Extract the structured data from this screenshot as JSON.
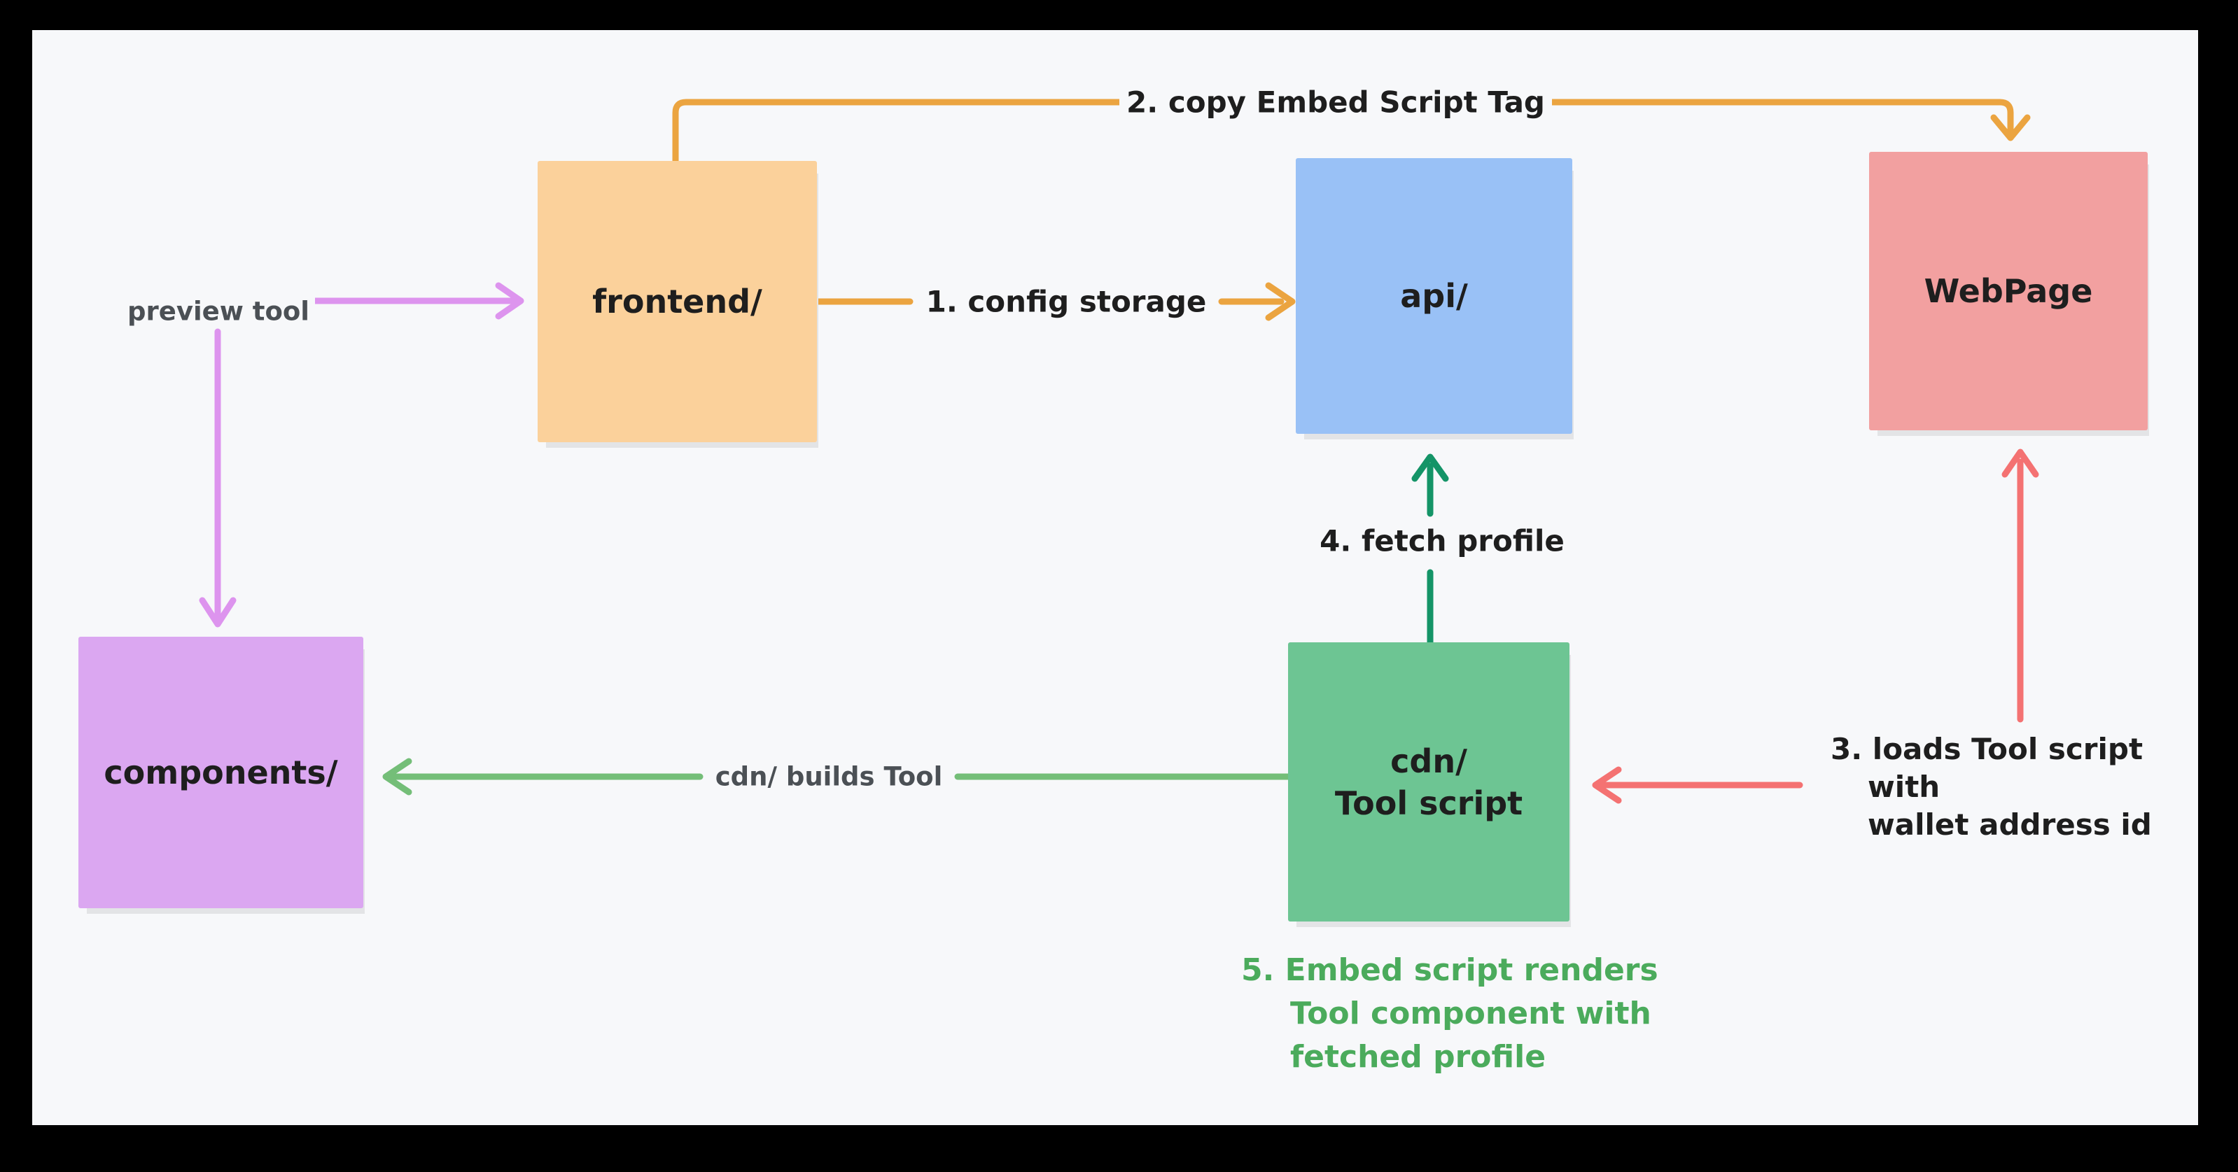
{
  "colors": {
    "frame": "#000000",
    "canvas_bg": "#F7F8FA",
    "ink": "#1E1E1E",
    "muted": "#4B5055",
    "note_green": "#4BAB5C",
    "orange": "#EBA440",
    "violet": "#DD94EE",
    "green_dark": "#149467",
    "green_light": "#74BE78",
    "red": "#F47272",
    "box_orange": "#FBD19B",
    "box_blue": "#99C1F6",
    "box_red": "#F2A0A0",
    "box_purple": "#DBA7F1",
    "box_green": "#6DC593",
    "shadow": "#E3E4E6"
  },
  "boxes": {
    "frontend": {
      "label": "frontend/"
    },
    "api": {
      "label": "api/"
    },
    "webpage": {
      "label": "WebPage"
    },
    "components": {
      "label": "components/"
    },
    "cdn": {
      "lines": [
        "cdn/",
        "Tool script"
      ]
    }
  },
  "arrows": {
    "preview_tool": {
      "label": "preview tool"
    },
    "config_storage": {
      "label": "1. config storage"
    },
    "copy_embed": {
      "label": "2. copy Embed Script Tag"
    },
    "loads_tool": {
      "lines": [
        "3. loads Tool script",
        "with",
        "wallet address id"
      ]
    },
    "fetch_profile": {
      "label": "4. fetch profile"
    },
    "cdn_builds": {
      "label": "cdn/ builds Tool"
    }
  },
  "note": {
    "lines": [
      "5. Embed script renders",
      "Tool component with",
      "fetched profile"
    ]
  }
}
